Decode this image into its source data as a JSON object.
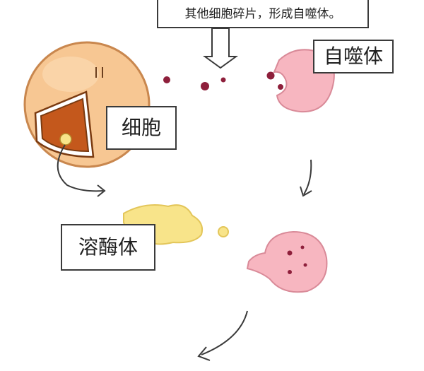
{
  "caption": "其他细胞碎片，形成自噬体。",
  "labels": {
    "cell": "细胞",
    "autophagosome": "自噬体",
    "lysosome": "溶酶体"
  },
  "colors": {
    "cell_fill": "#f7c793",
    "cell_outline": "#c9874e",
    "organelle_fill": "#c4581c",
    "autophagosome_fill": "#f7b6c0",
    "lysosome_fill": "#f8e48a",
    "debris_dot": "#8e1f3b",
    "outline": "#3a3a3a"
  },
  "icons": [
    "down-arrow-icon",
    "curved-arrow-icon"
  ]
}
